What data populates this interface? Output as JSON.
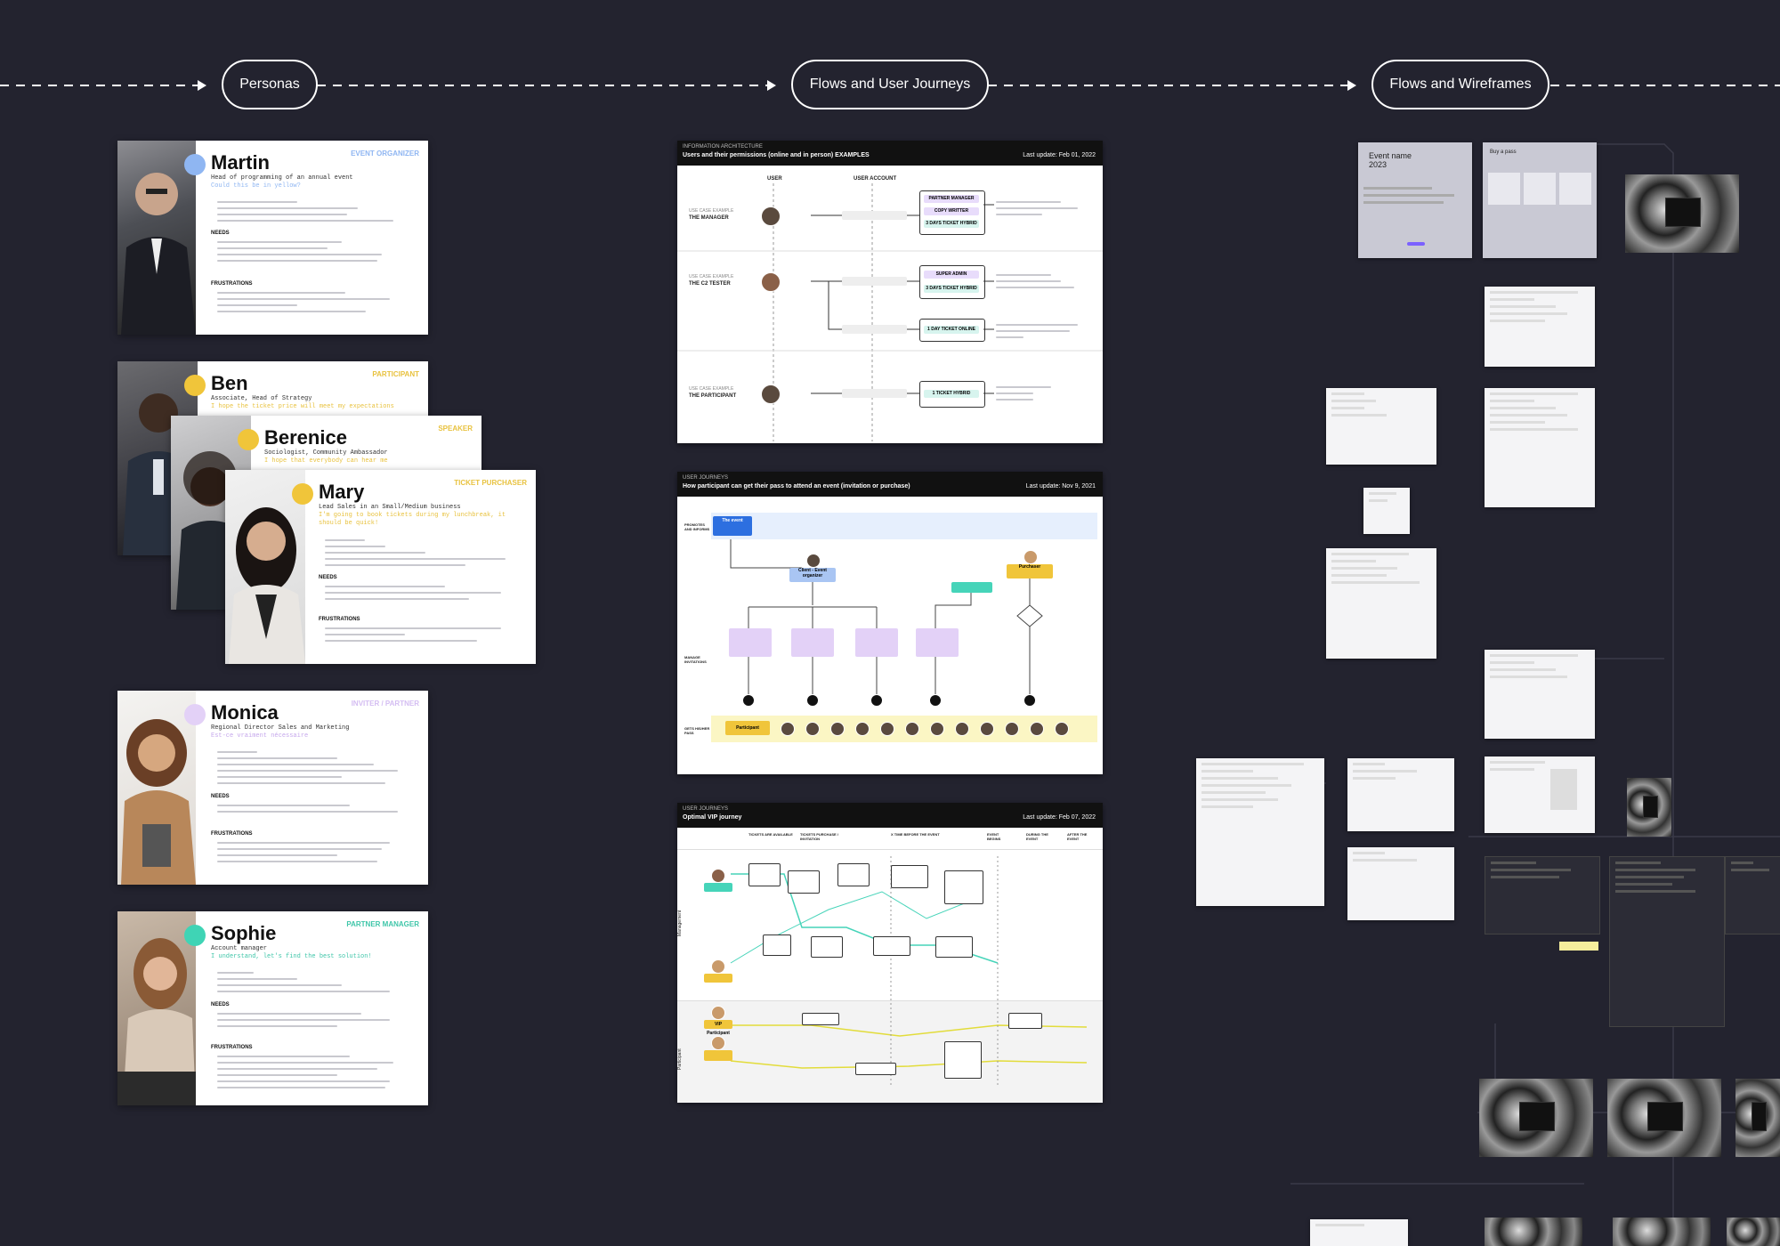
{
  "sections": [
    {
      "label": "Personas"
    },
    {
      "label": "Flows and User Journeys"
    },
    {
      "label": "Flows and Wireframes"
    }
  ],
  "personas": {
    "martin": {
      "name": "Martin",
      "role": "EVENT ORGANIZER",
      "subtitle": "Head of programming of an annual event",
      "quote": "Could this be in yellow?",
      "needs_label": "NEEDS",
      "frustrations_label": "FRUSTRATIONS"
    },
    "ben": {
      "name": "Ben",
      "role": "PARTICIPANT",
      "subtitle": "Associate, Head of Strategy",
      "quote": "I hope the ticket price will meet my expectations"
    },
    "berenice": {
      "name": "Berenice",
      "role": "SPEAKER",
      "subtitle": "Sociologist, Community Ambassador",
      "quote": "I hope that everybody can hear me"
    },
    "mary": {
      "name": "Mary",
      "role": "TICKET PURCHASER",
      "subtitle": "Lead Sales in an Small/Medium business",
      "quote": "I'm going to book tickets during my lunchbreak, it should be quick!",
      "needs_label": "NEEDS",
      "frustrations_label": "FRUSTRATIONS"
    },
    "monica": {
      "name": "Monica",
      "role": "INVITER / PARTNER",
      "subtitle": "Regional Director Sales and Marketing",
      "quote": "Est-ce vraiment nécessaire",
      "needs_label": "NEEDS",
      "frustrations_label": "FRUSTRATIONS"
    },
    "sophie": {
      "name": "Sophie",
      "role": "PARTNER MANAGER",
      "subtitle": "Account manager",
      "quote": "I understand, let's find the best solution!",
      "needs_label": "NEEDS",
      "frustrations_label": "FRUSTRATIONS"
    }
  },
  "flows": {
    "ia": {
      "kicker": "INFORMATION ARCHITECTURE",
      "title": "Users and their permissions (online and in person) EXAMPLES",
      "update": "Last update: Feb 01, 2022",
      "col_user": "USER",
      "col_account": "USER ACCOUNT",
      "case1_kicker": "USE CASE EXAMPLE",
      "case1": "THE MANAGER",
      "case2_kicker": "USE CASE EXAMPLE",
      "case2": "THE C2 TESTER",
      "case3_kicker": "USE CASE EXAMPLE",
      "case3": "THE PARTICIPANT",
      "roles": [
        "PARTNER MANAGER",
        "COPY WRITTER",
        "3 DAYS TICKET HYBRID",
        "SUPER ADMIN",
        "3 DAYS TICKET HYBRID",
        "1 DAY TICKET ONLINE",
        "1 TICKET HYBRID"
      ]
    },
    "journey": {
      "kicker": "USER JOURNEYS",
      "title": "How participant can get their pass to attend an event (invitation or purchase)",
      "update": "Last update: Nov 9, 2021",
      "lane1": "PROMOTES AND INFORMS",
      "lane2": "MANAGE INVITATIONS",
      "lane3": "GETS HIS/HER PASS",
      "event_node": "The event",
      "organizer": "Client - Event organizer",
      "purchaser": "Purchaser",
      "participant": "Participant"
    },
    "vip": {
      "kicker": "USER JOURNEYS",
      "title": "Optimal VIP journey",
      "update": "Last update: Feb 07, 2022",
      "columns": [
        "TICKETS ARE AVAILABLE",
        "TICKETS PURCHASE / INVITATION",
        "X TIME BEFORE THE EVENT",
        "EVENT BEGINS",
        "DURING THE EVENT",
        "AFTER THE EVENT"
      ],
      "lane_management": "Management",
      "lane_participant": "Participant",
      "vip_participant": "VIP Participant"
    }
  },
  "wireframes": {
    "event_name": "Event name 2023",
    "buy_pass": "Buy a pass"
  }
}
